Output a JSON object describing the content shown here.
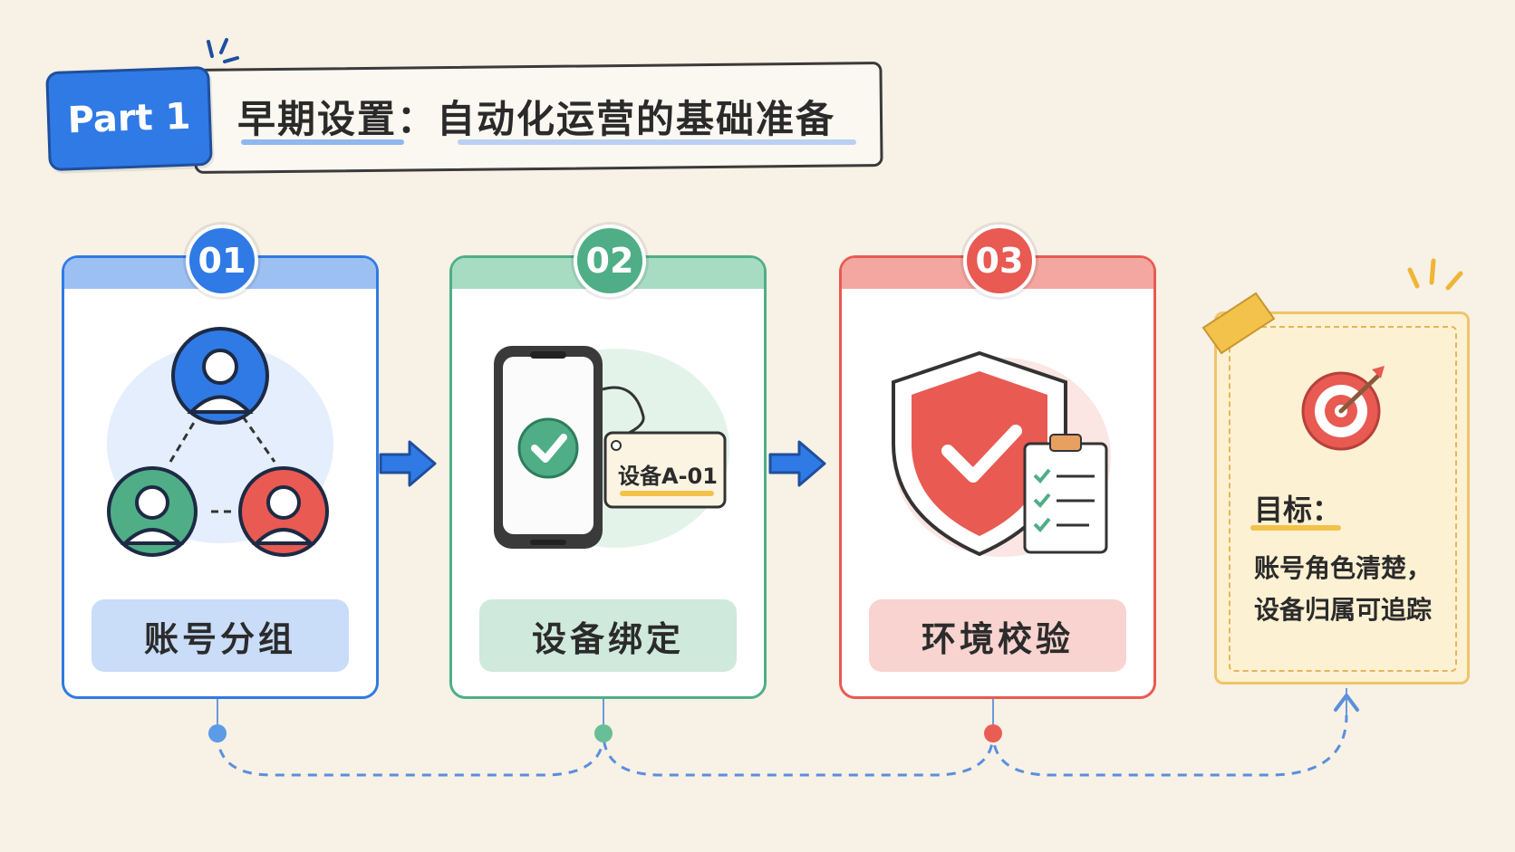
{
  "header": {
    "part_label": "Part 1",
    "title": "早期设置：自动化运营的基础准备"
  },
  "steps": [
    {
      "number": "01",
      "label": "账号分组",
      "color": "#2f7ae5",
      "light": "#c9dcf8",
      "top_band": "#9dc0f2"
    },
    {
      "number": "02",
      "label": "设备绑定",
      "color": "#4fae86",
      "light": "#cfe9dc",
      "top_band": "#a8dcc2"
    },
    {
      "number": "03",
      "label": "环境校验",
      "color": "#e85a52",
      "light": "#f8d3cf",
      "top_band": "#f3a7a0"
    }
  ],
  "device_tag": "设备A-01",
  "goal": {
    "label": "目标：",
    "lines": [
      "账号角色清楚，",
      "设备归属可追踪"
    ]
  },
  "icons": {
    "step1": "user-group-icon",
    "step2": "phone-check-icon",
    "step3": "shield-check-icon",
    "goal": "target-icon"
  }
}
